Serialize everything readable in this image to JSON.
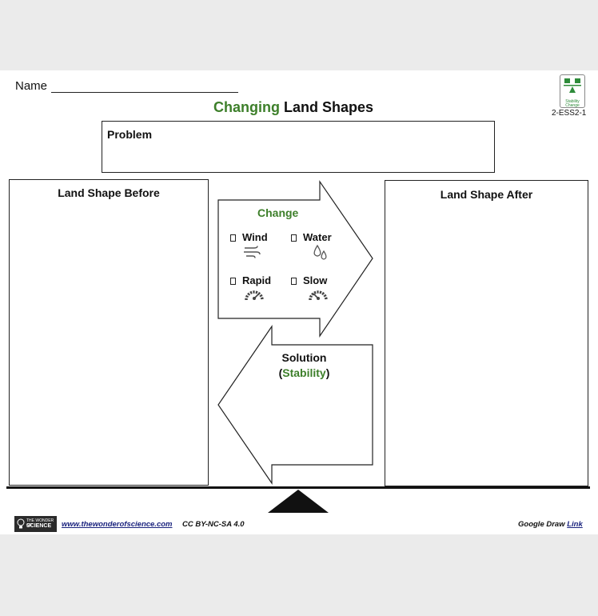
{
  "header": {
    "name_label": "Name",
    "title_highlight": "Changing",
    "title_rest": " Land Shapes",
    "badge_text_1": "Stability",
    "badge_text_2": "Change",
    "standard_code": "2-ESS2-1"
  },
  "problem": {
    "label": "Problem"
  },
  "before": {
    "label": "Land Shape Before"
  },
  "after": {
    "label": "Land Shape After"
  },
  "change": {
    "label": "Change",
    "options": [
      {
        "label": "Wind",
        "icon": "wind-icon"
      },
      {
        "label": "Water",
        "icon": "water-drops-icon"
      },
      {
        "label": "Rapid",
        "icon": "speedometer-fast-icon"
      },
      {
        "label": "Slow",
        "icon": "speedometer-slow-icon"
      }
    ]
  },
  "solution": {
    "label": "Solution",
    "paren_open": "(",
    "highlight": "Stability",
    "paren_close": ")"
  },
  "footer": {
    "logo_text_1": "THE WONDER OF",
    "logo_text_2": "SCIENCE",
    "website": "www.thewonderofscience.com",
    "license": "CC BY-NC-SA 4.0",
    "google_draw": "Google Draw ",
    "link_label": "Link"
  },
  "colors": {
    "accent_green": "#3d7f2a",
    "link_blue": "#1a237e",
    "badge_green": "#2e8b3a"
  }
}
